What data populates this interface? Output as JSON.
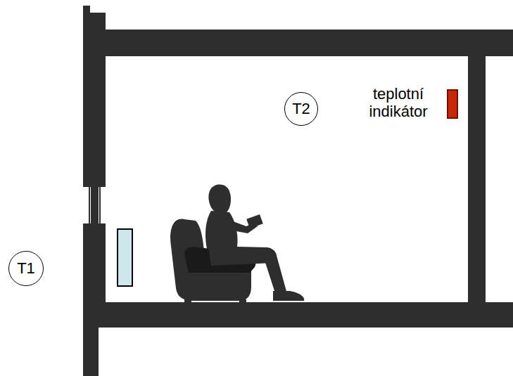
{
  "diagram": {
    "nodes": [
      {
        "text": [
          "T2"
        ]
      },
      {
        "text": [
          "T1"
        ]
      }
    ],
    "labels": [
      "teplotní indikátor"
    ]
  }
}
